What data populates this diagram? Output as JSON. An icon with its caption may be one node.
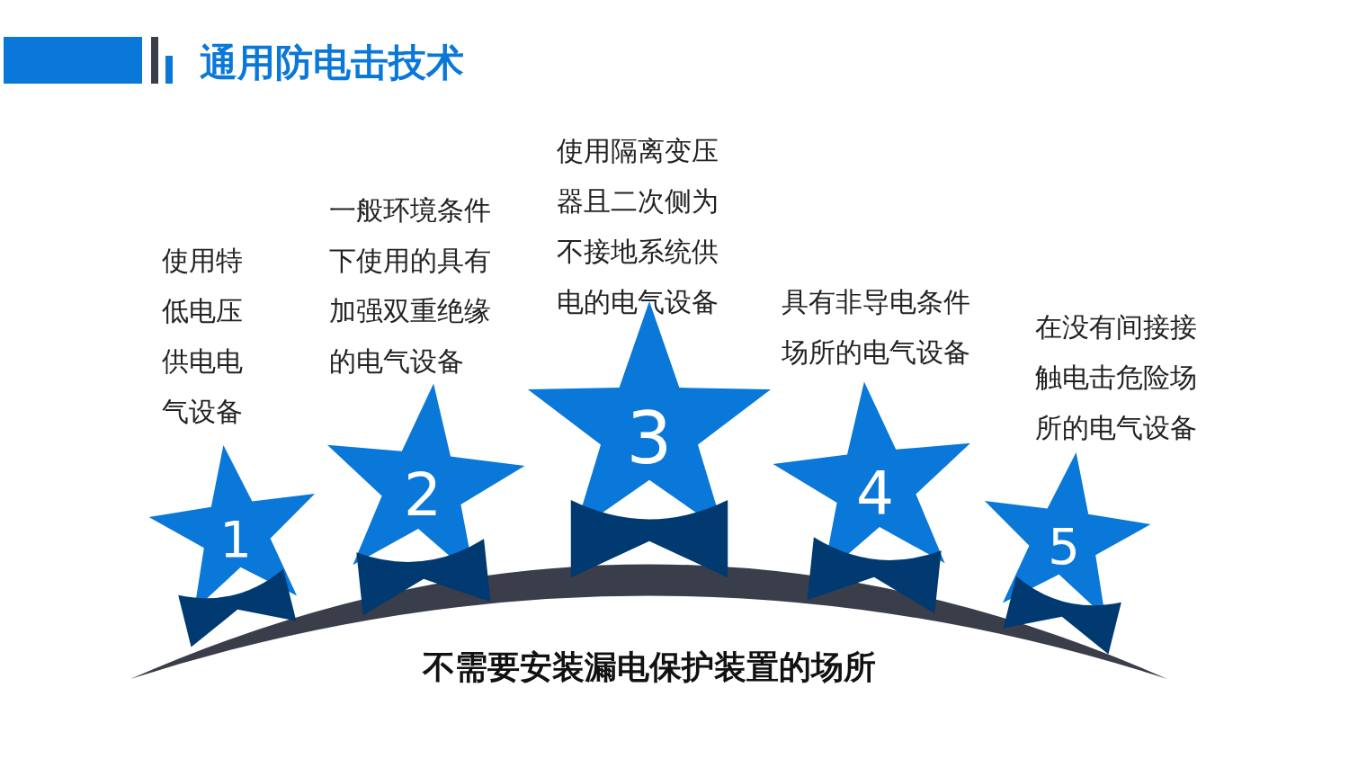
{
  "diagram": {
    "title": "通用防电击技术",
    "nodes": [
      {
        "text": [
          "1"
        ],
        "beside": [
          "使用特低电压供电电气设备"
        ]
      },
      {
        "text": [
          "2"
        ],
        "beside": [
          "一般环境条件下使用的具有加强双重绝缘的电气设备"
        ]
      },
      {
        "text": [
          "3"
        ],
        "beside": [
          "使用隔离变压器且二次侧为不接地系统供电的电气设备"
        ]
      },
      {
        "text": [
          "4"
        ],
        "beside": [
          "具有非导电条件场所的电气设备"
        ]
      },
      {
        "text": [
          "5"
        ],
        "beside": [
          "在没有间接接触电击危险场所的电气设备"
        ]
      }
    ],
    "labels": [
      "不需要安装漏电保护装置的场所"
    ]
  }
}
